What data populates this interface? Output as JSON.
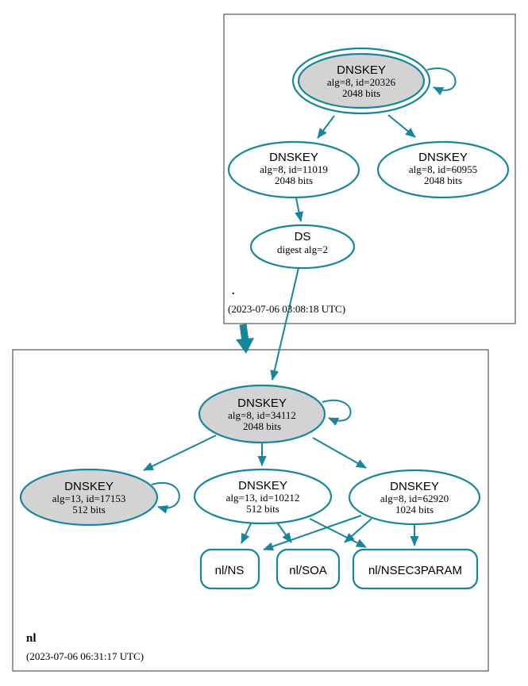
{
  "colors": {
    "accent": "#15869c",
    "node_fill": "#d3d3d3",
    "box_border": "#555555",
    "text": "#000000"
  },
  "root_zone": {
    "name": ".",
    "timestamp": "(2023-07-06 03:08:18 UTC)",
    "ksk_20326": {
      "type": "DNSKEY",
      "detail": "alg=8, id=20326",
      "size": "2048 bits"
    },
    "zsk_11019": {
      "type": "DNSKEY",
      "detail": "alg=8, id=11019",
      "size": "2048 bits"
    },
    "zsk_60955": {
      "type": "DNSKEY",
      "detail": "alg=8, id=60955",
      "size": "2048 bits"
    },
    "ds": {
      "type": "DS",
      "detail": "digest alg=2"
    }
  },
  "nl_zone": {
    "name": "nl",
    "timestamp": "(2023-07-06 06:31:17 UTC)",
    "ksk_34112": {
      "type": "DNSKEY",
      "detail": "alg=8, id=34112",
      "size": "2048 bits"
    },
    "key_17153": {
      "type": "DNSKEY",
      "detail": "alg=13, id=17153",
      "size": "512 bits"
    },
    "key_10212": {
      "type": "DNSKEY",
      "detail": "alg=13, id=10212",
      "size": "512 bits"
    },
    "key_62920": {
      "type": "DNSKEY",
      "detail": "alg=8, id=62920",
      "size": "1024 bits"
    },
    "rrset_ns": {
      "label": "nl/NS"
    },
    "rrset_soa": {
      "label": "nl/SOA"
    },
    "rrset_nsec3param": {
      "label": "nl/NSEC3PARAM"
    }
  }
}
